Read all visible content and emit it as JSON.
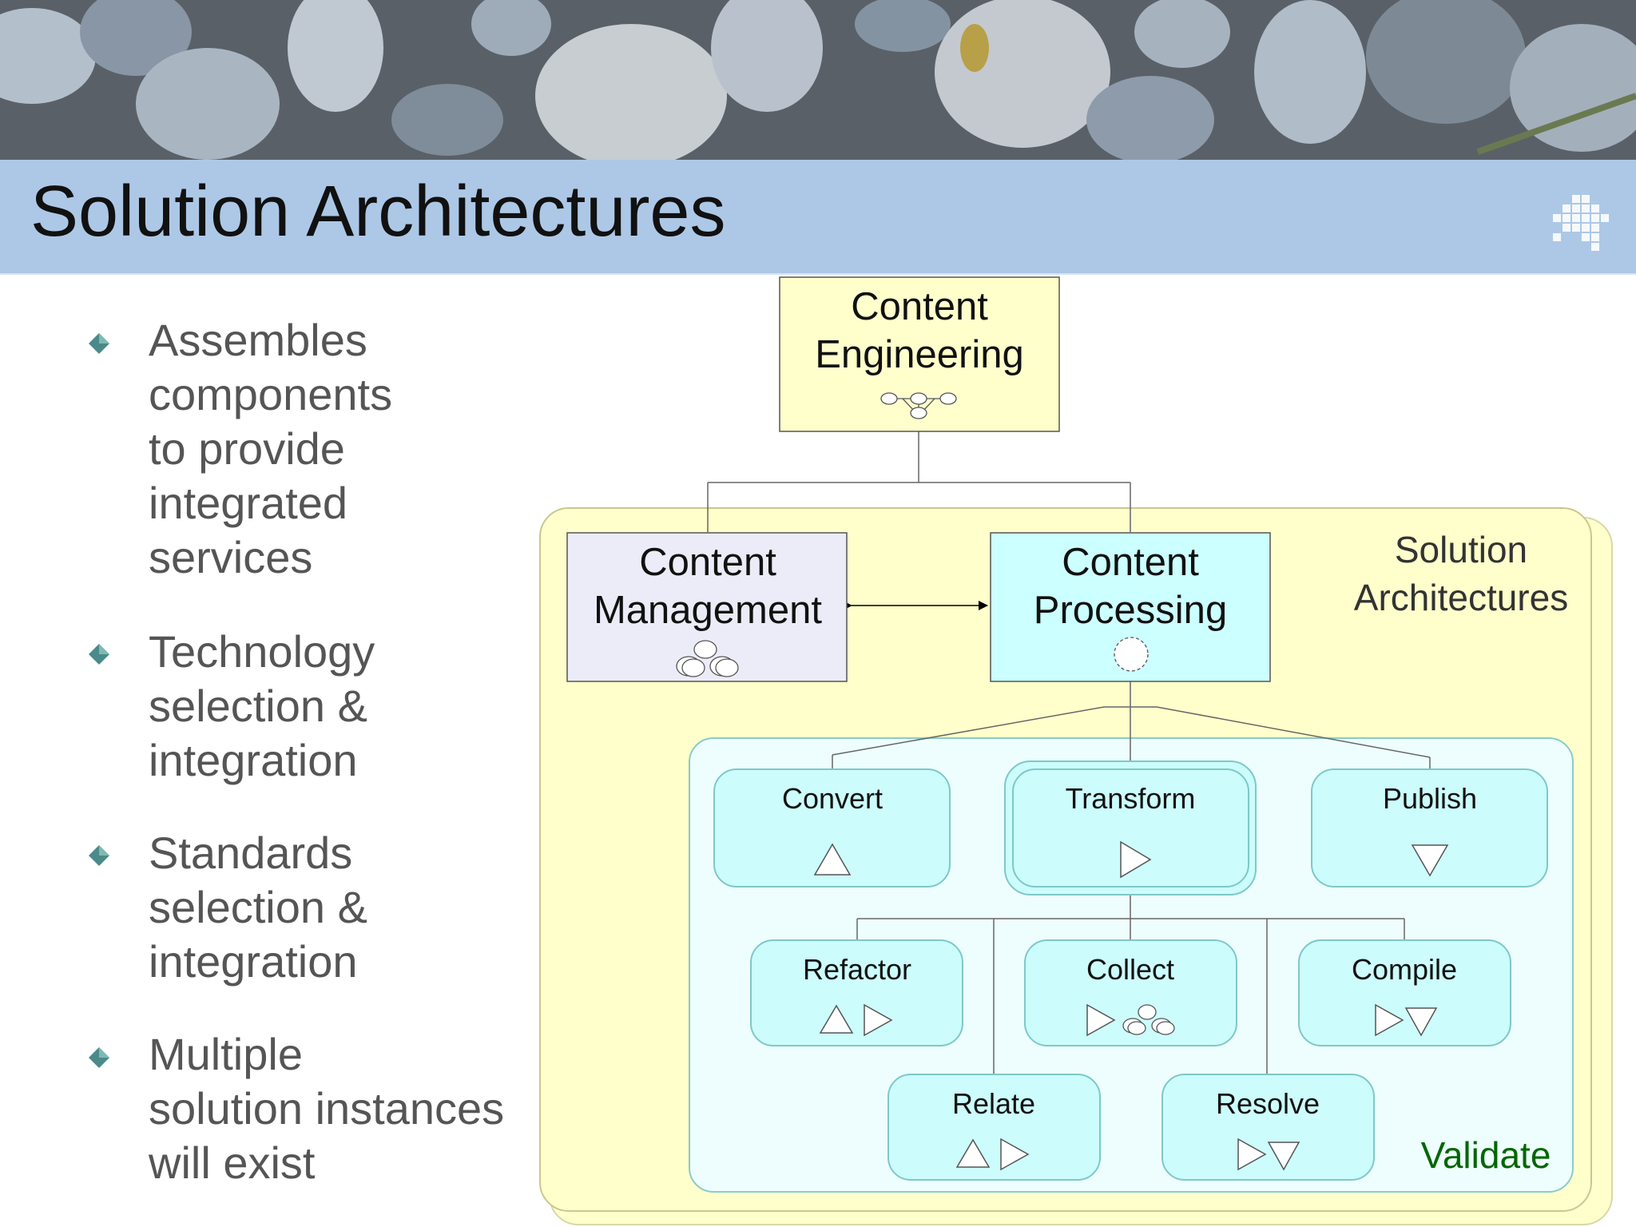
{
  "slide": {
    "title": "Solution Architectures",
    "bullets": [
      "Assembles\ncomponents\nto provide\nintegrated\nservices",
      "Technology\nselection &\nintegration",
      "Standards\nselection &\nintegration",
      "Multiple\nsolution instances\nwill exist"
    ]
  },
  "diagram": {
    "engineering": [
      "Content",
      "Engineering"
    ],
    "management": [
      "Content",
      "Management"
    ],
    "processing": [
      "Content",
      "Processing"
    ],
    "solution_label": [
      "Solution",
      "Architectures"
    ],
    "validate_label": "Validate",
    "components": {
      "convert": "Convert",
      "transform": "Transform",
      "publish": "Publish",
      "refactor": "Refactor",
      "collect": "Collect",
      "compile": "Compile",
      "relate": "Relate",
      "resolve": "Resolve"
    }
  },
  "colors": {
    "banner_blue": "#adc8e6",
    "engineering_fill": "#ffffcc",
    "management_fill": "#ececf8",
    "processing_fill": "#ccffff",
    "container_fill": "#ffffcc",
    "inner_fill": "#eefefe",
    "component_fill": "#ccfcfc",
    "validate_text": "#006600"
  }
}
